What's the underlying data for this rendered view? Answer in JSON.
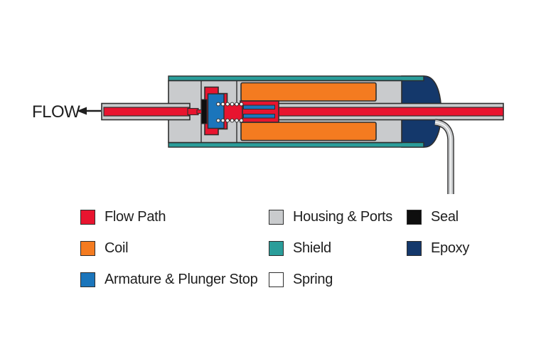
{
  "diagram": {
    "flow_label": "FLOW",
    "description": "Solenoid valve cross-section"
  },
  "colors": {
    "red": "#E8142F",
    "orange": "#F47B20",
    "blue": "#1B75BB",
    "gray": "#C9CBCD",
    "teal": "#2A9D9A",
    "navy": "#14386B",
    "seal": "#0E0E0E",
    "white": "#FFFFFF",
    "wire": "#C7C9CB",
    "outline": "#2E2E2E",
    "text": "#1E1E1E"
  },
  "legend": {
    "columns": [
      {
        "items": [
          {
            "key": "flow-path",
            "label": "Flow Path",
            "color": "#E8142F"
          },
          {
            "key": "coil",
            "label": "Coil",
            "color": "#F47B20"
          },
          {
            "key": "armature-plunger-stop",
            "label": "Armature & Plunger Stop",
            "color": "#1B75BB"
          }
        ]
      },
      {
        "items": [
          {
            "key": "housing-ports",
            "label": "Housing & Ports",
            "color": "#C9CBCD"
          },
          {
            "key": "shield",
            "label": "Shield",
            "color": "#2A9D9A"
          },
          {
            "key": "spring",
            "label": "Spring",
            "color": "#FFFFFF"
          }
        ]
      },
      {
        "items": [
          {
            "key": "seal",
            "label": "Seal",
            "color": "#0E0E0E"
          },
          {
            "key": "epoxy",
            "label": "Epoxy",
            "color": "#14386B"
          }
        ]
      }
    ]
  }
}
